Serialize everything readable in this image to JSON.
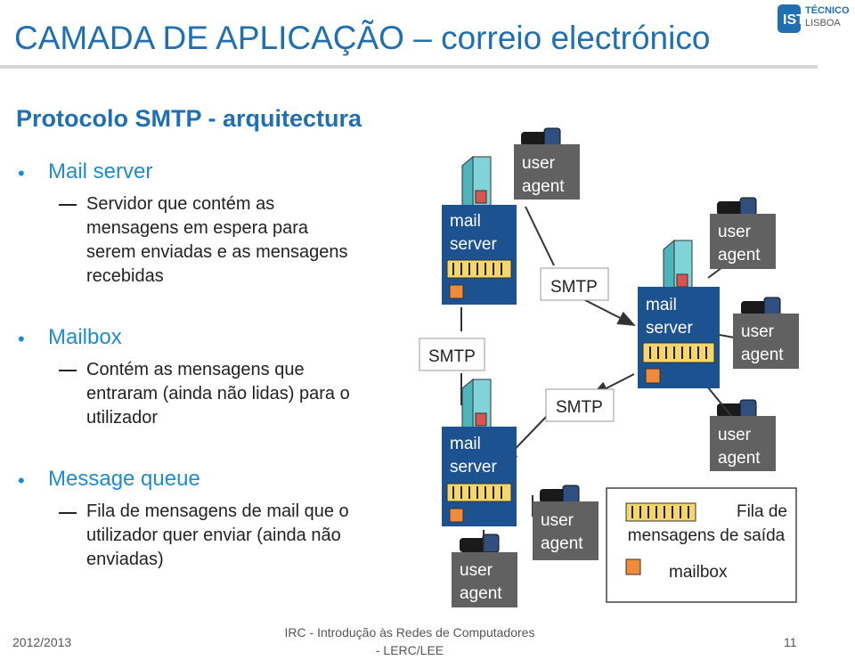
{
  "header": {
    "title": "CAMADA DE APLICAÇÃO – correio electrónico",
    "logo_line1": "TÉCNICO",
    "logo_line2": "LISBOA"
  },
  "section_title": "Protocolo SMTP - arquitectura",
  "bullets": [
    {
      "heading": "Mail server",
      "body": [
        "Servidor que contém as",
        "mensagens em espera para",
        "serem enviadas e as mensagens",
        "recebidas"
      ]
    },
    {
      "heading": "Mailbox",
      "body": [
        "Contém as mensagens que",
        "entraram (ainda não lidas) para o",
        "utilizador"
      ]
    },
    {
      "heading": "Message queue",
      "body": [
        "Fila de mensagens de mail que o",
        "utilizador quer enviar (ainda não",
        "enviadas)"
      ]
    }
  ],
  "diagram": {
    "mail_server_label": [
      "mail",
      "server"
    ],
    "user_agent_label": [
      "user",
      "agent"
    ],
    "smtp_label": "SMTP",
    "legend_queue": [
      "Fila de",
      "mensagens de saída"
    ],
    "legend_mailbox": "mailbox",
    "colors": {
      "server_box": "#1c5290",
      "agent_box": "#616161",
      "queue_fill": "#f4d76a",
      "mailbox_fill": "#f08a3c",
      "tower": "#7fd3d9"
    }
  },
  "footer": {
    "date": "2012/2013",
    "course_line1": "IRC - Introdução às Redes de Computadores",
    "course_line2": "- LERC/LEE",
    "page": "11"
  }
}
